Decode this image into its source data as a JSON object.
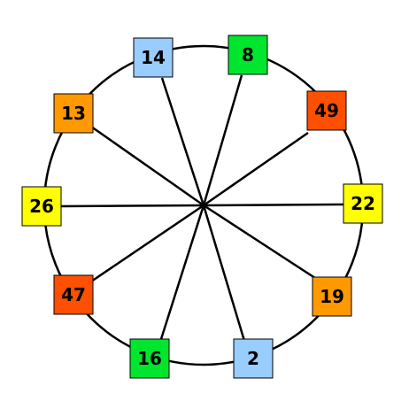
{
  "boxes": [
    {
      "value": "14",
      "color": "#99ccff"
    },
    {
      "value": "8",
      "color": "#00e62e"
    },
    {
      "value": "49",
      "color": "#ff4f00"
    },
    {
      "value": "22",
      "color": "#ffff00"
    },
    {
      "value": "19",
      "color": "#ff9900"
    },
    {
      "value": "2",
      "color": "#99ccff"
    },
    {
      "value": "16",
      "color": "#00e62e"
    },
    {
      "value": "47",
      "color": "#ff4f00"
    },
    {
      "value": "26",
      "color": "#ffff00"
    },
    {
      "value": "13",
      "color": "#ff9900"
    }
  ]
}
